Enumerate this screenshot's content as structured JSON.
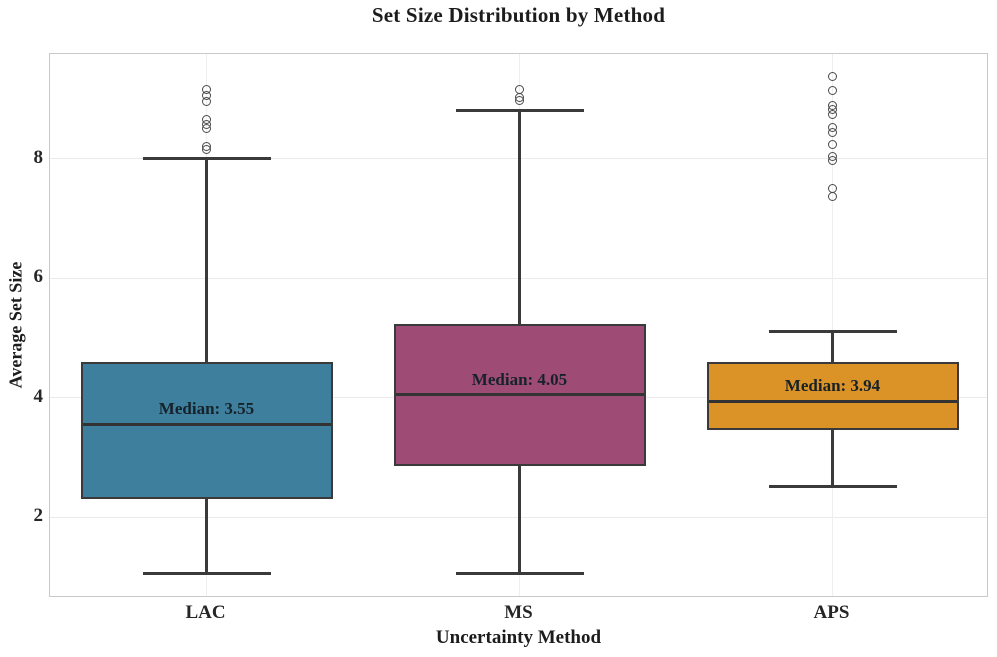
{
  "title": "Set Size Distribution by Method",
  "chart_data": {
    "type": "box",
    "title": "Set Size Distribution by Method",
    "xlabel": "Uncertainty Method",
    "ylabel": "Average Set Size",
    "categories": [
      "LAC",
      "MS",
      "APS"
    ],
    "y_ticks": [
      2,
      4,
      6,
      8
    ],
    "ylim": [
      0.645,
      9.75
    ],
    "grid": true,
    "legend": "none",
    "series": [
      {
        "name": "LAC",
        "color": "#3e7f9d",
        "whisker_low": 1.05,
        "q1": 2.3,
        "median": 3.55,
        "q3": 4.6,
        "whisker_high": 8.0,
        "median_label": "Median: 3.55",
        "outliers": [
          9.15,
          9.05,
          8.95,
          8.65,
          8.57,
          8.5,
          8.2,
          8.15
        ]
      },
      {
        "name": "MS",
        "color": "#9e4c76",
        "whisker_low": 1.05,
        "q1": 2.85,
        "median": 4.05,
        "q3": 5.23,
        "whisker_high": 8.8,
        "median_label": "Median: 4.05",
        "outliers": [
          9.15,
          9.03,
          8.97
        ]
      },
      {
        "name": "APS",
        "color": "#db9226",
        "whisker_low": 2.52,
        "q1": 3.45,
        "median": 3.94,
        "q3": 4.6,
        "whisker_high": 5.1,
        "median_label": "Median: 3.94",
        "outliers": [
          9.38,
          9.14,
          8.89,
          8.82,
          8.74,
          8.52,
          8.43,
          8.23,
          8.03,
          7.96,
          7.5,
          7.36
        ]
      }
    ],
    "style": {
      "box_line_color": "#3a3a3a",
      "gridline_color": "#ebebeb",
      "plot_border_color": "#c9c9c9",
      "text_color": "#1c1c1c"
    }
  }
}
